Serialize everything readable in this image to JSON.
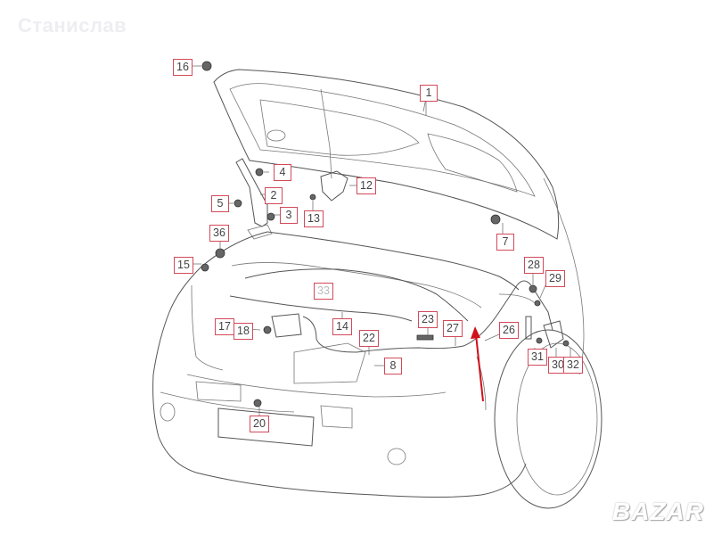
{
  "watermark": {
    "text": "Станислав"
  },
  "brand": {
    "text": "BAZAR"
  },
  "diagram": {
    "title": "Front hood and hood release cable exploded diagram",
    "highlight_arrow_color": "#d0101a",
    "callout_border_color": "#d24a5a",
    "callouts": [
      {
        "id": "c16",
        "label": "16"
      },
      {
        "id": "c1",
        "label": "1"
      },
      {
        "id": "c4",
        "label": "4"
      },
      {
        "id": "c12",
        "label": "12"
      },
      {
        "id": "c2",
        "label": "2"
      },
      {
        "id": "c5",
        "label": "5"
      },
      {
        "id": "c3",
        "label": "3"
      },
      {
        "id": "c13",
        "label": "13"
      },
      {
        "id": "c36",
        "label": "36"
      },
      {
        "id": "c7",
        "label": "7"
      },
      {
        "id": "c15",
        "label": "15"
      },
      {
        "id": "c28",
        "label": "28"
      },
      {
        "id": "c29",
        "label": "29"
      },
      {
        "id": "c33",
        "label": "33"
      },
      {
        "id": "c17",
        "label": "17"
      },
      {
        "id": "c18",
        "label": "18"
      },
      {
        "id": "c14",
        "label": "14"
      },
      {
        "id": "c23",
        "label": "23"
      },
      {
        "id": "c27",
        "label": "27"
      },
      {
        "id": "c26",
        "label": "26"
      },
      {
        "id": "c22",
        "label": "22"
      },
      {
        "id": "c8",
        "label": "8"
      },
      {
        "id": "c31",
        "label": "31"
      },
      {
        "id": "c30",
        "label": "30"
      },
      {
        "id": "c32",
        "label": "32"
      },
      {
        "id": "c20",
        "label": "20"
      }
    ]
  }
}
